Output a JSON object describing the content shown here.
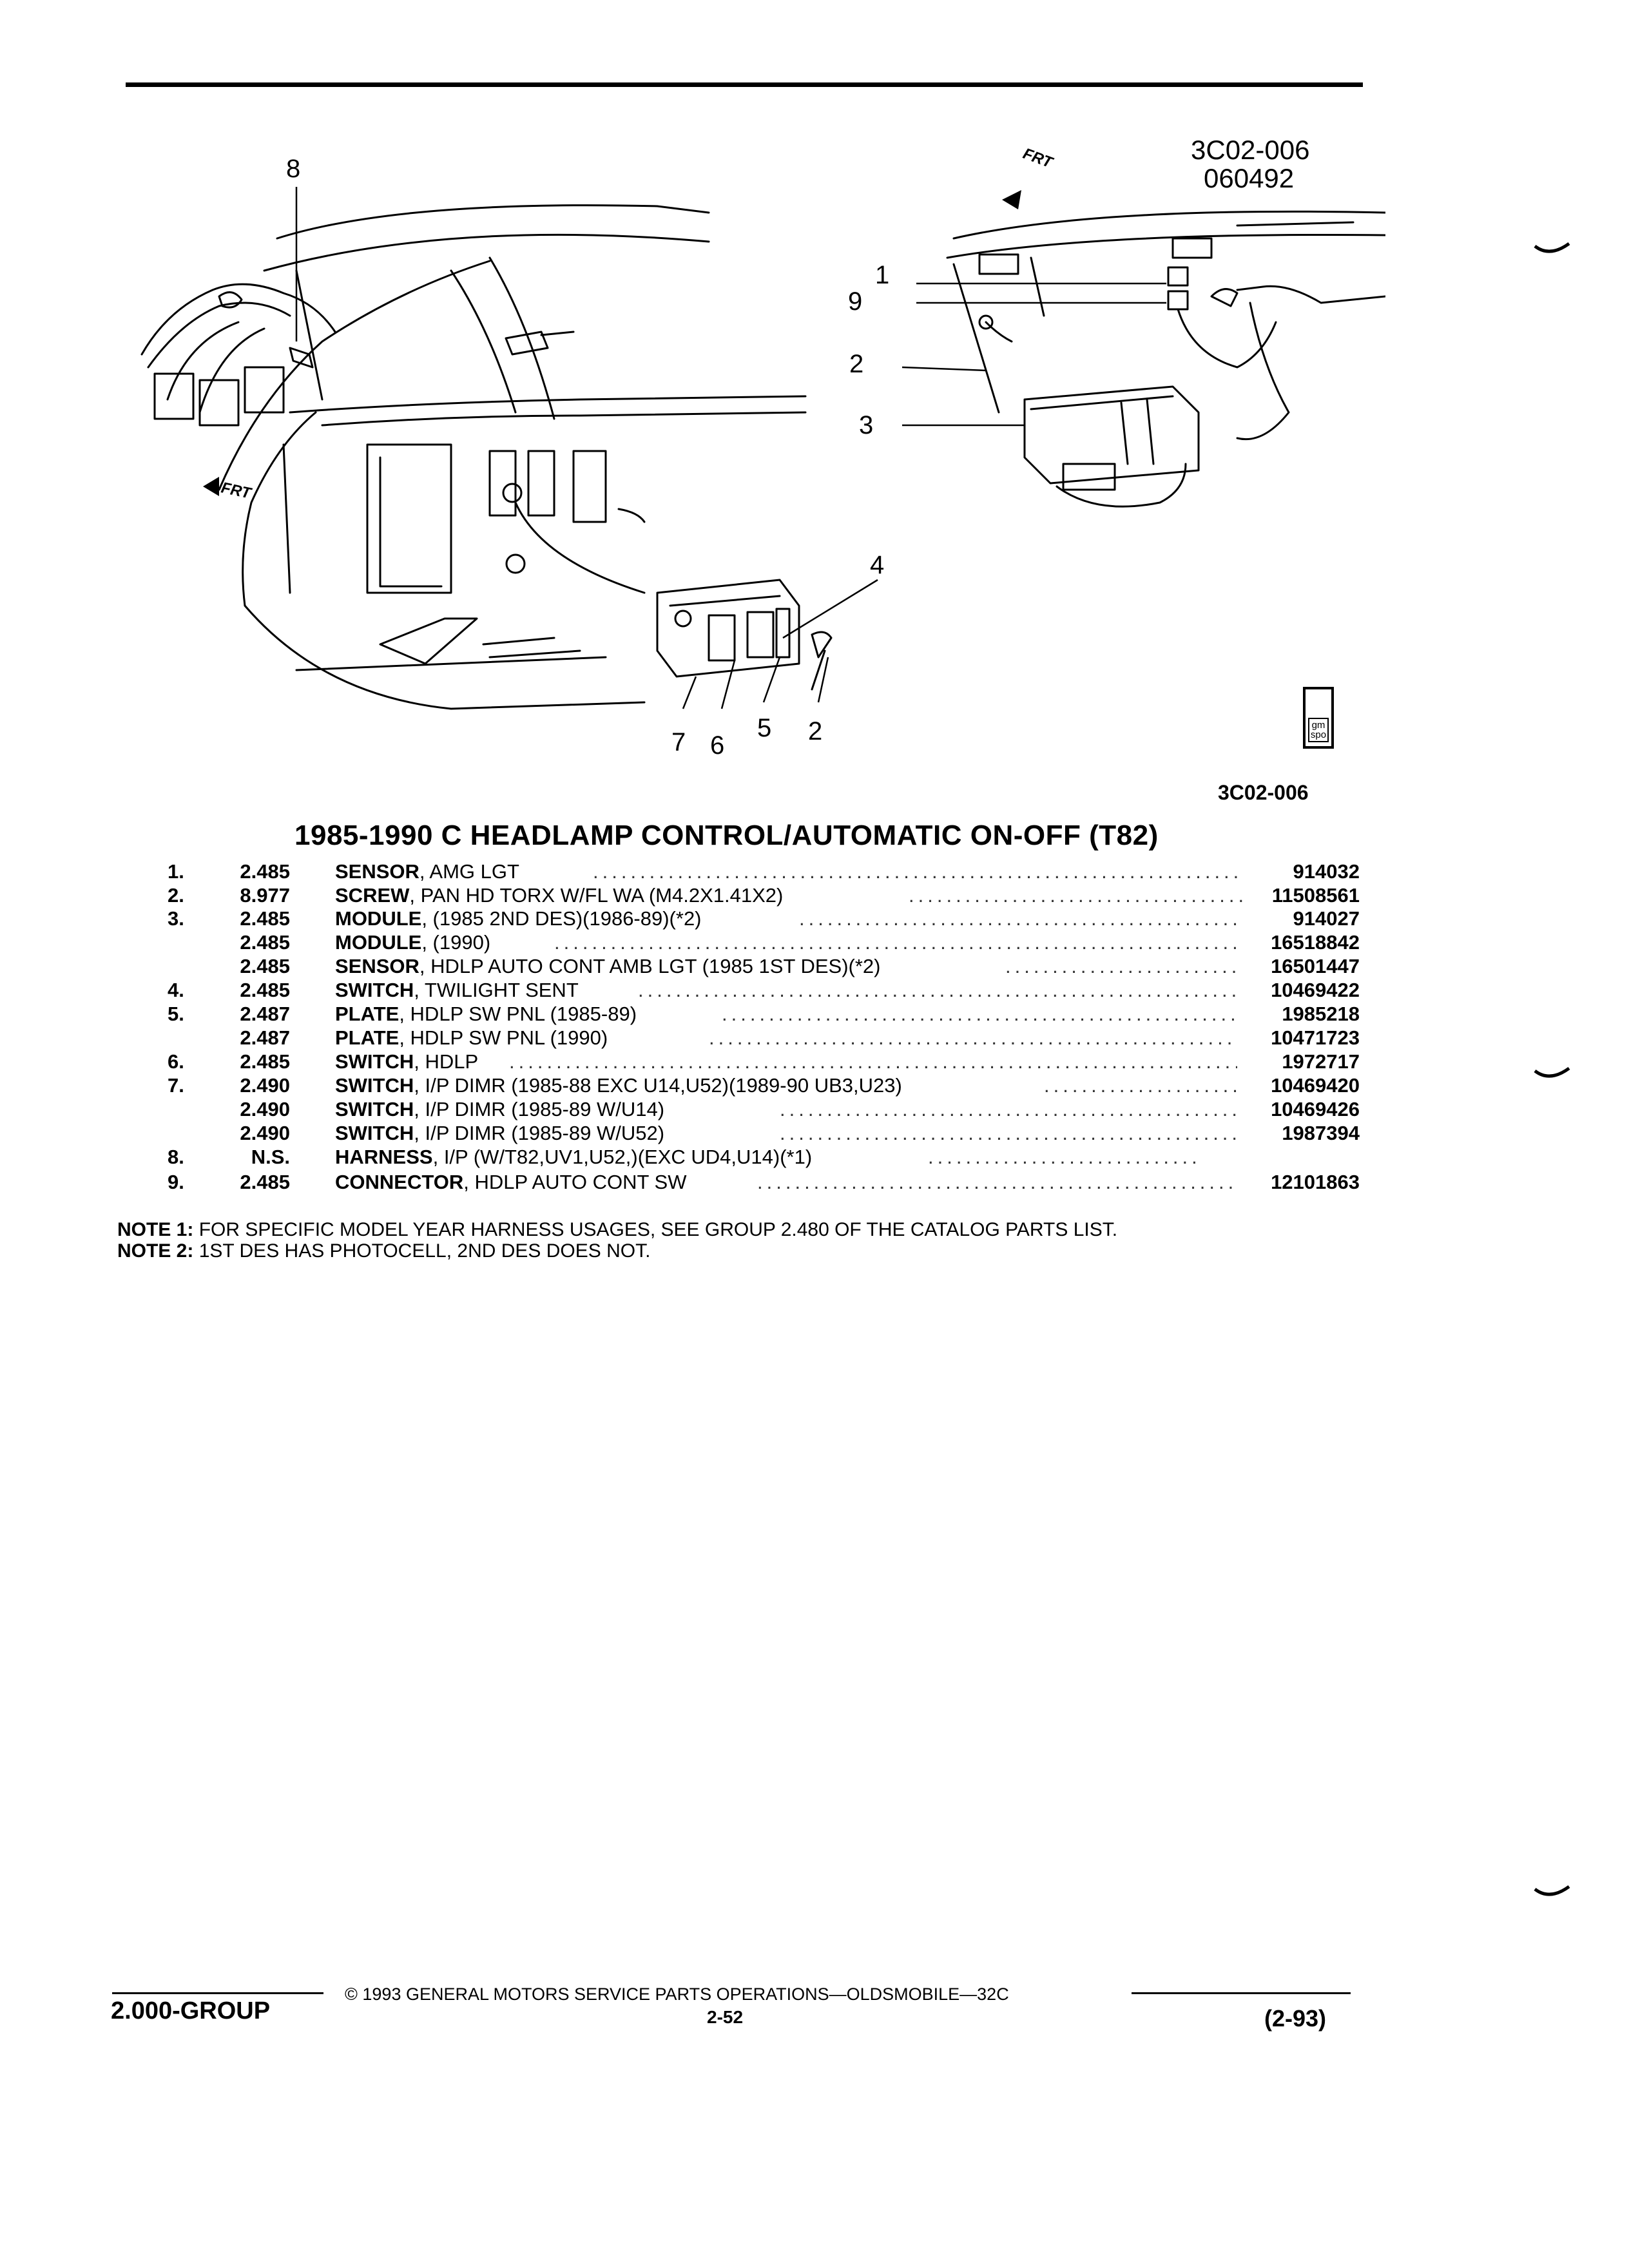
{
  "figure": {
    "code_top": "3C02-006",
    "date_code": "060492",
    "code_bottom": "3C02-006",
    "frt_label": "FRT",
    "logo_text": "gm spo",
    "callouts": {
      "c8": "8",
      "c1": "1",
      "c9": "9",
      "c2a": "2",
      "c3": "3",
      "c4": "4",
      "c7": "7",
      "c6": "6",
      "c5": "5",
      "c2b": "2"
    }
  },
  "title": "1985-1990 C HEADLAMP CONTROL/AUTOMATIC ON-OFF (T82)",
  "parts": [
    {
      "num": "1.",
      "group": "2.485",
      "name": "SENSOR",
      "desc": ", AMG LGT",
      "part": "914032"
    },
    {
      "num": "2.",
      "group": "8.977",
      "name": "SCREW",
      "desc": ", PAN HD TORX W/FL WA (M4.2X1.41X2)",
      "part": "11508561"
    },
    {
      "num": "3.",
      "group": "2.485",
      "name": "MODULE",
      "desc": ", (1985 2ND DES)(1986-89)(*2)",
      "part": "914027"
    },
    {
      "num": "",
      "group": "2.485",
      "name": "MODULE",
      "desc": ", (1990)",
      "part": "16518842"
    },
    {
      "num": "",
      "group": "2.485",
      "name": "SENSOR",
      "desc": ", HDLP AUTO CONT AMB LGT (1985 1ST DES)(*2)",
      "part": "16501447"
    },
    {
      "num": "4.",
      "group": "2.485",
      "name": "SWITCH",
      "desc": ", TWILIGHT SENT",
      "part": "10469422"
    },
    {
      "num": "5.",
      "group": "2.487",
      "name": "PLATE",
      "desc": ", HDLP SW PNL (1985-89)",
      "part": "1985218"
    },
    {
      "num": "",
      "group": "2.487",
      "name": "PLATE",
      "desc": ", HDLP SW PNL (1990)",
      "part": "10471723"
    },
    {
      "num": "6.",
      "group": "2.485",
      "name": "SWITCH",
      "desc": ", HDLP",
      "part": "1972717"
    },
    {
      "num": "7.",
      "group": "2.490",
      "name": "SWITCH",
      "desc": ", I/P DIMR (1985-88 EXC U14,U52)(1989-90 UB3,U23)",
      "part": "10469420"
    },
    {
      "num": "",
      "group": "2.490",
      "name": "SWITCH",
      "desc": ", I/P DIMR (1985-89 W/U14)",
      "part": "10469426"
    },
    {
      "num": "",
      "group": "2.490",
      "name": "SWITCH",
      "desc": ", I/P DIMR (1985-89 W/U52)",
      "part": "1987394"
    },
    {
      "num": "8.",
      "group": "N.S.",
      "name": "HARNESS",
      "desc": ", I/P (W/T82,UV1,U52,)(EXC UD4,U14)(*1)",
      "part": ""
    },
    {
      "num": "9.",
      "group": "2.485",
      "name": "CONNECTOR",
      "desc": ", HDLP AUTO CONT SW",
      "part": "12101863"
    }
  ],
  "notes": [
    {
      "label": "NOTE 1:",
      "text": "FOR SPECIFIC MODEL YEAR HARNESS USAGES, SEE GROUP 2.480 OF THE CATALOG PARTS LIST."
    },
    {
      "label": "NOTE 2:",
      "text": "1ST DES HAS PHOTOCELL, 2ND DES DOES NOT."
    }
  ],
  "footer": {
    "group": "2.000-GROUP",
    "copyright": "© 1993 GENERAL MOTORS SERVICE PARTS OPERATIONS—OLDSMOBILE—32C",
    "page": "2-52",
    "revision": "(2-93)"
  }
}
